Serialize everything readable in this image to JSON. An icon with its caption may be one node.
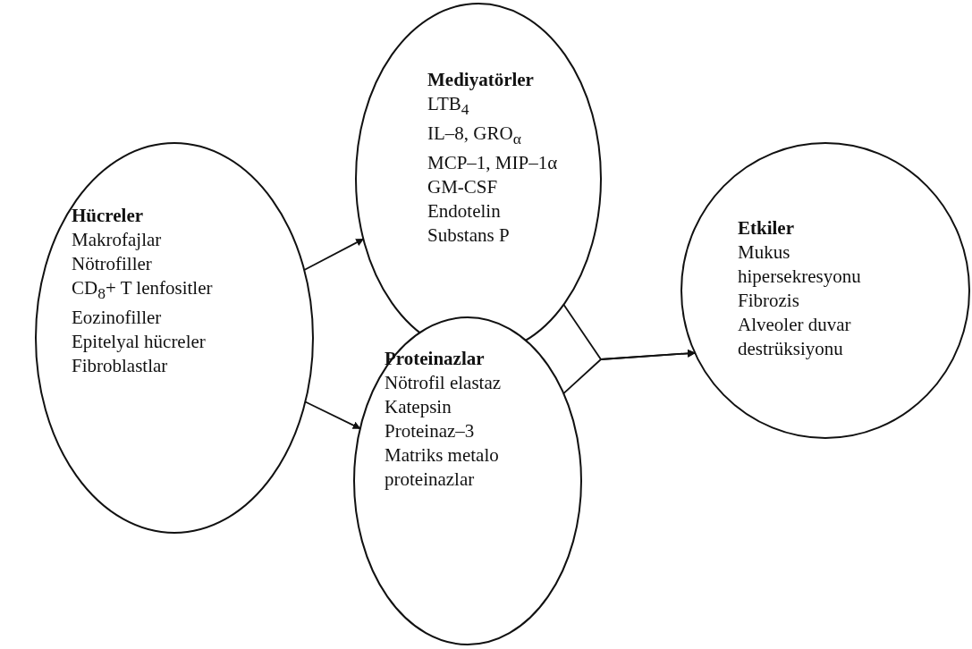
{
  "diagram": {
    "nodes": [
      {
        "text": [
          "Hücreler",
          "Makrofajlar",
          "Nötrofiller",
          "CD$_{8}$+ T lenfositler",
          "Eozinofiller",
          "Epitelyal hücreler",
          "Fibroblastlar"
        ]
      },
      {
        "text": [
          "Mediyatörler",
          "LTB$_{4}$",
          "IL–8, GRO$_{α}$",
          "MCP–1, MIP–1α",
          "GM-CSF",
          "Endotelin",
          "Substans P"
        ]
      },
      {
        "text": [
          "Proteinazlar",
          "Nötrofil elastaz",
          "Katepsin",
          "Proteinaz–3",
          "Matriks metalo proteinazlar"
        ]
      },
      {
        "text": [
          "Etkiler",
          "Mukus hipersekresyonu",
          "Fibrozis",
          "Alveoler duvar destrüksiyonu"
        ]
      }
    ],
    "edges": [
      {
        "from": 0,
        "to": 1,
        "arrow": "to"
      },
      {
        "from": 0,
        "to": 2,
        "arrow": "to"
      },
      {
        "from": 1,
        "to": 3,
        "arrow": "to"
      },
      {
        "from": 2,
        "to": 3,
        "arrow": "to"
      }
    ]
  }
}
